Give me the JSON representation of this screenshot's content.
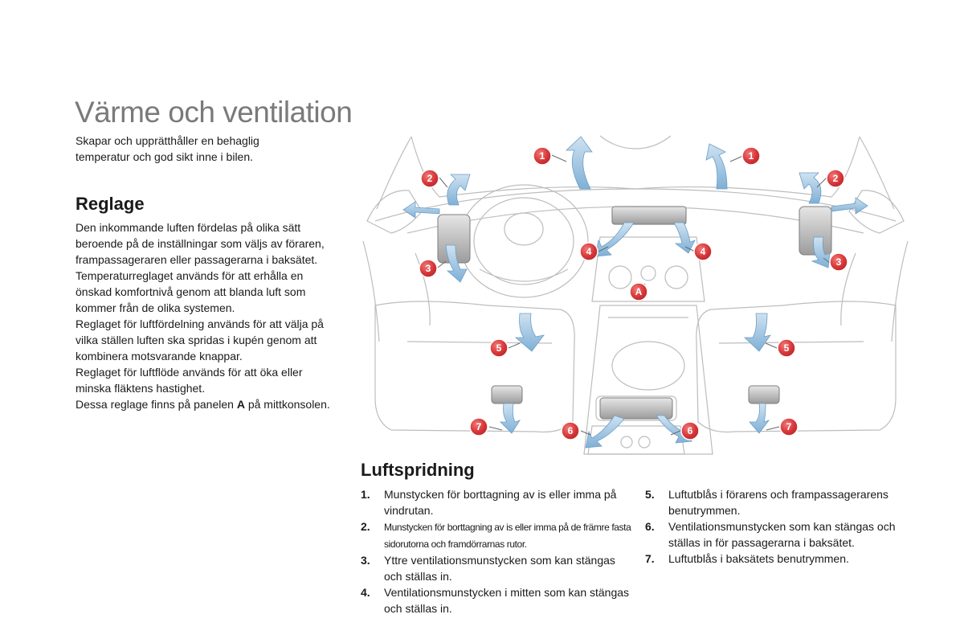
{
  "title": "Värme och ventilation",
  "subtitle": "Skapar och upprätthåller en behaglig temperatur och god sikt inne i bilen.",
  "reglage": {
    "heading": "Reglage",
    "paragraphs": [
      "Den inkommande luften fördelas på olika sätt beroende på de inställningar som väljs av föraren, frampassageraren eller passagerarna i baksätet.",
      "Temperaturreglaget används för att erhålla en önskad komfortnivå genom att blanda luft som kommer från de olika systemen.",
      "Reglaget för luftfördelning används för att välja på vilka ställen luften ska spridas i kupén genom att kombinera motsvarande knappar.",
      "Reglaget för luftflöde används för att öka eller minska fläktens hastighet."
    ],
    "last_pre": "Dessa reglage finns på panelen ",
    "last_bold": "A",
    "last_post": " på mittkonsolen."
  },
  "figure": {
    "markers": [
      "1",
      "2",
      "3",
      "4",
      "5",
      "6",
      "7"
    ],
    "panel_label": "A"
  },
  "luft": {
    "heading": "Luftspridning",
    "items": [
      {
        "num": "1.",
        "text": "Munstycken för borttagning av is eller imma på vindrutan."
      },
      {
        "num": "2.",
        "text": "Munstycken för borttagning av is eller imma på de främre fasta sidorutorna och framdörrarnas rutor."
      },
      {
        "num": "3.",
        "text": "Yttre ventilationsmunstycken som kan stängas och ställas in."
      },
      {
        "num": "4.",
        "text": "Ventilationsmunstycken i mitten som kan stängas och ställas in."
      },
      {
        "num": "5.",
        "text": "Luftutblås i förarens och frampassagerarens benutrymmen."
      },
      {
        "num": "6.",
        "text": "Ventilationsmunstycken som kan stängas och ställas in för passagerarna i baksätet."
      },
      {
        "num": "7.",
        "text": "Luftutblås i baksätets benutrymmen."
      }
    ]
  },
  "colors": {
    "marker": "#d9383a",
    "arrow": "#8ab6d8",
    "line": "#b8b8b8",
    "title": "#7a7a7a"
  }
}
